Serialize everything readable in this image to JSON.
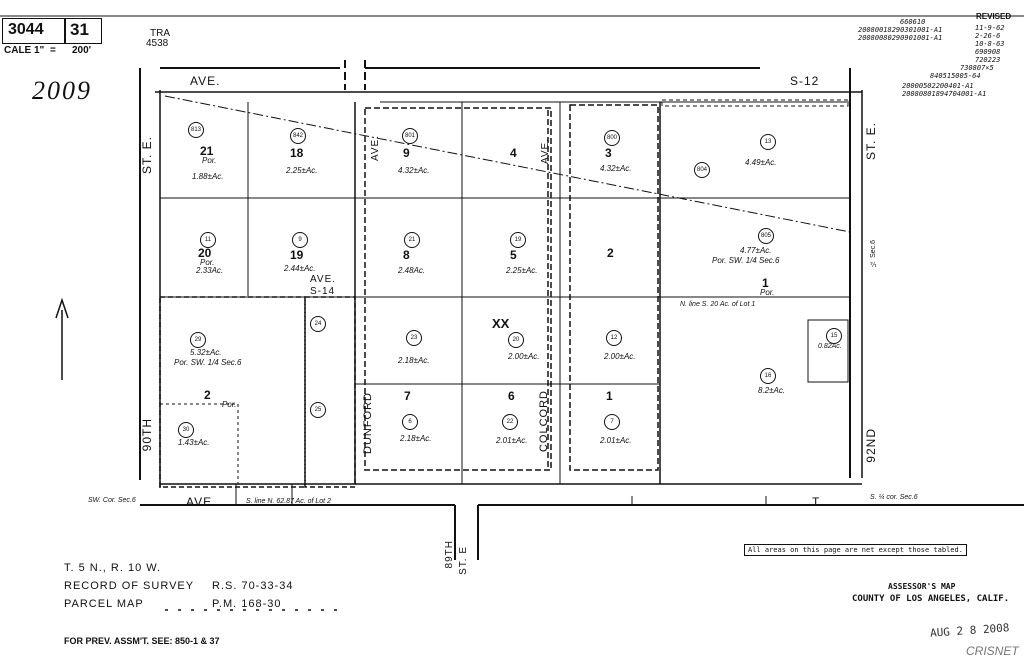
{
  "header": {
    "book": "3044",
    "page": "31",
    "scale_label": "CALE 1\"",
    "scale_eq": "=",
    "scale_value": "200'",
    "tra_label": "TRA",
    "tra_code": "4538",
    "year": "2009"
  },
  "revised": {
    "title": "REVISED",
    "codes_left": [
      "660610",
      "20080018290301001-A1",
      "20080080290901001-A1"
    ],
    "dates": [
      "11-9-62",
      "2-26-6",
      "10-8-63",
      "690908",
      "720223",
      "730807×5",
      "840515005-64"
    ],
    "codes_bottom": [
      "20000502200401-A1",
      "20080801894704001-A1"
    ]
  },
  "streets": {
    "top_ave": "AVE.",
    "s12": "S-12",
    "st_e_left": "ST. E.",
    "st_e_right": "ST. E.",
    "ave_s14": "AVE.",
    "s14": "S-14",
    "ave_left": "AVE.",
    "ave_mid": "AVE.",
    "ninetieth": "90TH",
    "ninety_second": "92ND",
    "bottom_ave": "AVE.",
    "bottom_t": "T",
    "dunford": "DUNFORD",
    "colcord": "COLCORD",
    "eighty_ninth_st": "89TH",
    "eighty_ninth_e": "ST. E"
  },
  "lots": {
    "l21": "21",
    "l18": "18",
    "l9": "9",
    "l4": "4",
    "l3": "3",
    "l20": "20",
    "l19": "19",
    "l8": "8",
    "l5": "5",
    "l2": "2",
    "l1": "1",
    "l2b": "2",
    "l7": "7",
    "l6": "6",
    "l1b": "1",
    "xx": "XX"
  },
  "acres": {
    "a21": "1.88±Ac.",
    "a18": "2.25±Ac.",
    "a9": "4.32±Ac.",
    "a3": "4.32±Ac.",
    "a13": "4.49±Ac.",
    "a20": "2.33Ac.",
    "a19": "2.44±Ac.",
    "a8": "2.48Ac.",
    "a5": "2.25±Ac.",
    "a1big": "4.77±Ac.",
    "a29": "5.32±Ac.",
    "a23": "2.18±Ac.",
    "a22": "2.00±Ac.",
    "a2mid": "2.00±Ac.",
    "a16": "8.2±Ac.",
    "a15": "0.82Ac.",
    "a30": "1.43±Ac.",
    "a7": "2.18±Ac.",
    "a6": "2.01±Ac.",
    "a1": "2.01±Ac."
  },
  "portions": {
    "por_sw_right": "Por. SW. 1/4 Sec.6",
    "por_sw_left": "Por. SW. 1/4 Sec.6",
    "por1": "Por.",
    "por2": "Por.",
    "por21": "Por.",
    "por20": "Por."
  },
  "parcel_ids": [
    "813",
    "842",
    "801",
    "800",
    "804",
    "13",
    "805",
    "11",
    "9",
    "21",
    "19",
    "29",
    "24",
    "23",
    "20",
    "15",
    "16",
    "30",
    "25",
    "6",
    "22",
    "7",
    "12"
  ],
  "notes": {
    "all_areas": "All areas on this page are net except those tabled.",
    "sec6": "¼ Sec.6",
    "sw_cor": "SW. Cor. Sec.6",
    "s14_cor": "S. ¼ cor. Sec.6",
    "n_line": "N. line S. 20 Ac. of Lot 1",
    "s_line": "S. line N. 62.87 Ac. of Lot 2"
  },
  "footer": {
    "township": "T. 5 N., R. 10 W.",
    "ros_label": "RECORD OF SURVEY",
    "ros_ref": "R.S. 70-33-34",
    "pm_label": "PARCEL MAP",
    "pm_ref": "P.M. 168-30",
    "prev": "FOR PREV. ASSM'T. SEE: 850-1 & 37",
    "assessor": "ASSESSOR'S MAP",
    "county": "COUNTY OF LOS ANGELES, CALIF.",
    "stamp_date": "AUG 2 8 2008",
    "watermark": "CRISNET"
  }
}
